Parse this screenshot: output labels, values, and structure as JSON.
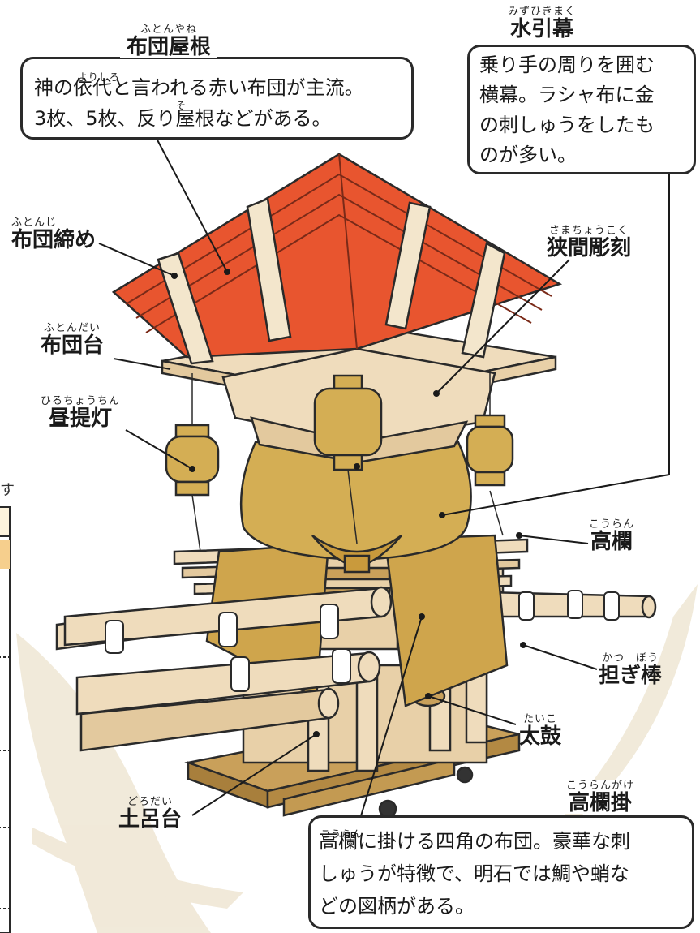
{
  "labels": {
    "futon_yane": {
      "ruby": "ふとんやね",
      "text": "布団屋根"
    },
    "mizuhiki_maku": {
      "ruby": "みずひきまく",
      "text": "水引幕"
    },
    "futon_jime": {
      "ruby": "ふとんじ",
      "text": "布団締め"
    },
    "samacho_koku": {
      "ruby": "さまちょうこく",
      "text": "狭間彫刻"
    },
    "futon_dai": {
      "ruby": "ふとんだい",
      "text": "布団台"
    },
    "hiru_chochin": {
      "ruby": "ひるちょうちん",
      "text": "昼提灯"
    },
    "koran": {
      "ruby": "こうらん",
      "text": "高欄"
    },
    "katsugi_bo": {
      "ruby": "かつ　ぼう",
      "text": "担ぎ棒"
    },
    "taiko": {
      "ruby": "たいこ",
      "text": "太鼓"
    },
    "doro_dai": {
      "ruby": "どろだい",
      "text": "土呂台"
    },
    "koran_gake": {
      "ruby": "こうらんがけ",
      "text": "高欄掛"
    }
  },
  "descriptions": {
    "futon_yane": {
      "line1": "神の依代と言われる赤い布団が主流。",
      "line2": "3枚、5枚、反り屋根などがある。",
      "ruby_yorishiro": "よりしろ",
      "ruby_sori": "そ"
    },
    "mizuhiki_maku": {
      "line1": "乗り手の周りを囲む",
      "line2": "横幕。ラシャ布に金",
      "line3": "の刺しゅうをしたも",
      "line4": "のが多い。"
    },
    "koran_gake": {
      "line1": "高欄に掛ける四角の布団。豪華な刺",
      "line2": "しゅうが特徴で、明石では鯛や蛸な",
      "line3": "どの図柄がある。",
      "ruby_koran": "こうらん"
    }
  },
  "side_fragment": "す",
  "colors": {
    "roof_red": "#e8552f",
    "wood_light": "#efdcbc",
    "wood_mid": "#e3c99e",
    "gold_cloth": "#d4ae54",
    "outline": "#2a2a2a",
    "brush": "#eee4d0"
  }
}
